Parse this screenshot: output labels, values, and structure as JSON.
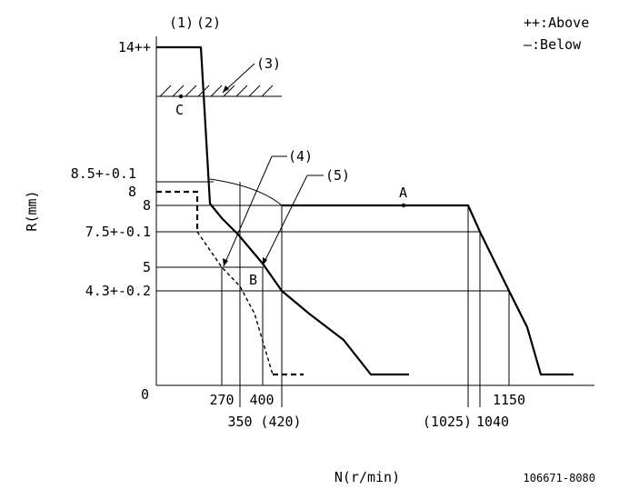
{
  "legend": {
    "above": "++:Above",
    "below": "—:Below"
  },
  "callouts": {
    "c1": "(1)",
    "c2": "(2)",
    "c3": "(3)",
    "c4": "(4)",
    "c5": "(5)"
  },
  "points": {
    "A": "A",
    "B": "B",
    "C": "C"
  },
  "y_axis": {
    "label": "R(mm)",
    "ticks": [
      "14++",
      "8.5+-0.1",
      "8",
      "8",
      "7.5+-0.1",
      "5",
      "4.3+-0.2",
      "0"
    ]
  },
  "x_axis": {
    "label": "N(r/min)",
    "ticks": [
      "270",
      "400",
      "350",
      "(420)",
      "(1025)",
      "1040",
      "1150"
    ]
  },
  "figure_code": "106671-8080"
}
